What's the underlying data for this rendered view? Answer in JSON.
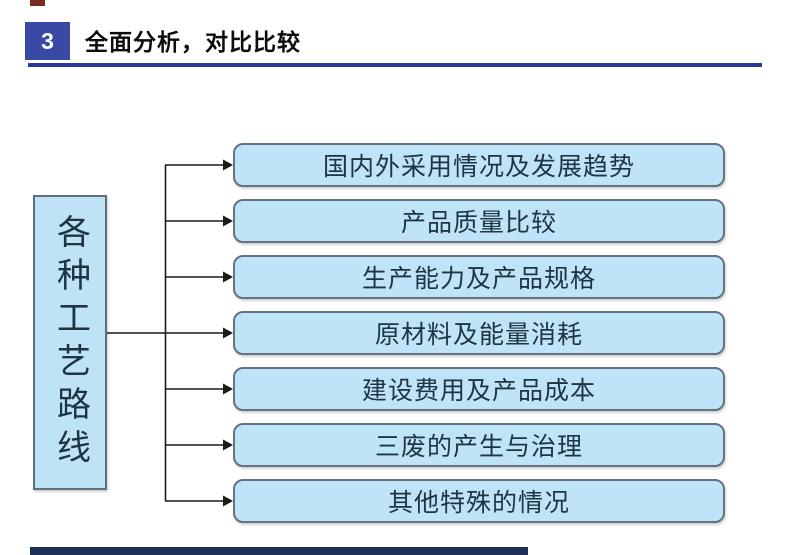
{
  "header": {
    "badge_number": "3",
    "title": "全面分析，对比比较"
  },
  "diagram": {
    "root_label": "各种工艺路线",
    "branches": [
      {
        "label": "国内外采用情况及发展趋势"
      },
      {
        "label": "产品质量比较"
      },
      {
        "label": "生产能力及产品规格"
      },
      {
        "label": "原材料及能量消耗"
      },
      {
        "label": "建设费用及产品成本"
      },
      {
        "label": "三废的产生与治理"
      },
      {
        "label": "其他特殊的情况"
      }
    ]
  },
  "colors": {
    "badge_background": "#3a49a4",
    "header_rule": "#27379a",
    "box_fill": "#bfe4f7",
    "box_border": "#64737f",
    "box_text": "#1e3442",
    "connector_line": "#1a1a1a",
    "top_mark": "#7a2a20",
    "bottom_bar": "#1e3056"
  }
}
